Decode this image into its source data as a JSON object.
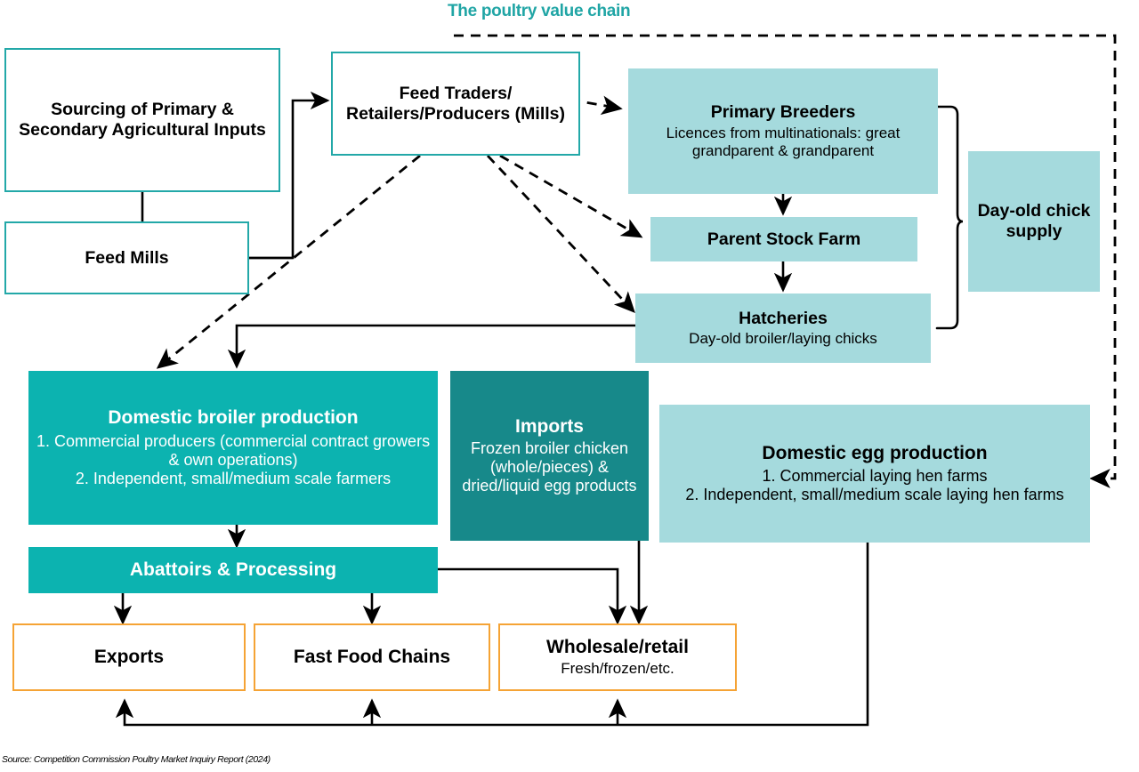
{
  "title": "The poultry value chain",
  "source": "Source: Competition Commission Poultry Market Inquiry Report (2024)",
  "colors": {
    "title_teal": "#20a5a5",
    "outline_teal": "#23a8a8",
    "outline_orange": "#f5a335",
    "fill_light_teal": "#a5dadd",
    "fill_mid_teal": "#0cb3b0",
    "fill_dark_teal": "#17898a",
    "connector_black": "#000000"
  },
  "nodes": {
    "sourcing_inputs": {
      "title": "Sourcing of Primary & Secondary Agricultural Inputs",
      "sub": ""
    },
    "feed_mills": {
      "title": "Feed Mills",
      "sub": ""
    },
    "feed_traders": {
      "title": "Feed Traders/ Retailers/Producers (Mills)",
      "sub": ""
    },
    "primary_breeders": {
      "title": "Primary Breeders",
      "sub": "Licences from multinationals: great grandparent & grandparent"
    },
    "parent_stock_farm": {
      "title": "Parent Stock Farm",
      "sub": ""
    },
    "hatcheries": {
      "title": "Hatcheries",
      "sub": "Day-old broiler/laying chicks"
    },
    "day_old_chick_supply": {
      "title": "Day-old chick supply",
      "sub": ""
    },
    "domestic_broiler_production": {
      "title": "Domestic broiler production",
      "sub": "1. Commercial producers (commercial contract growers & own operations)\n2. Independent, small/medium scale farmers"
    },
    "imports": {
      "title": "Imports",
      "sub": "Frozen broiler chicken (whole/pieces) & dried/liquid egg products"
    },
    "domestic_egg_production": {
      "title": "Domestic egg production",
      "sub": "1. Commercial laying hen farms\n2. Independent, small/medium scale laying hen farms"
    },
    "abattoirs_processing": {
      "title": "Abattoirs & Processing",
      "sub": ""
    },
    "exports": {
      "title": "Exports",
      "sub": ""
    },
    "fast_food_chains": {
      "title": "Fast Food Chains",
      "sub": ""
    },
    "wholesale_retail": {
      "title": "Wholesale/retail",
      "sub": "Fresh/frozen/etc."
    }
  },
  "connector_legend": {
    "solid_arrow": "direct physical flow",
    "dashed_arrow": "feed / input supply flow",
    "brace": "day-old chick supply grouping"
  }
}
